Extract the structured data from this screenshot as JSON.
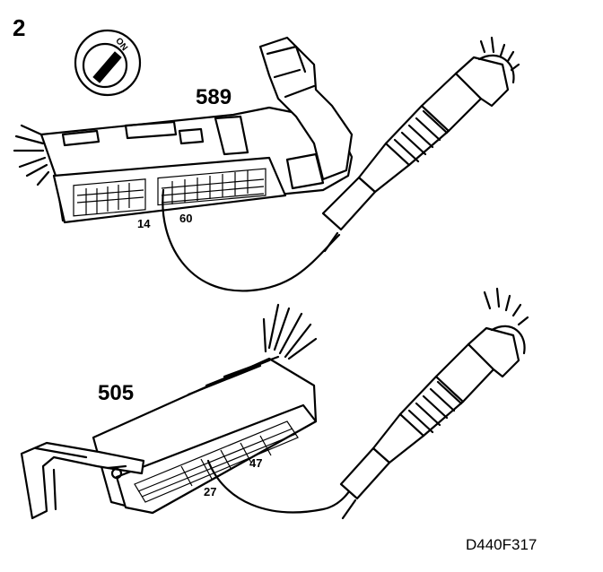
{
  "figure": {
    "step_number": "2",
    "switch_label": "ON",
    "upper_connector": {
      "number": "589",
      "pin_a": "14",
      "pin_b": "60"
    },
    "lower_connector": {
      "number": "505",
      "pin_a": "47",
      "pin_b": "27"
    },
    "reference": "D440F317",
    "colors": {
      "ink": "#000000",
      "paper": "#ffffff"
    }
  }
}
